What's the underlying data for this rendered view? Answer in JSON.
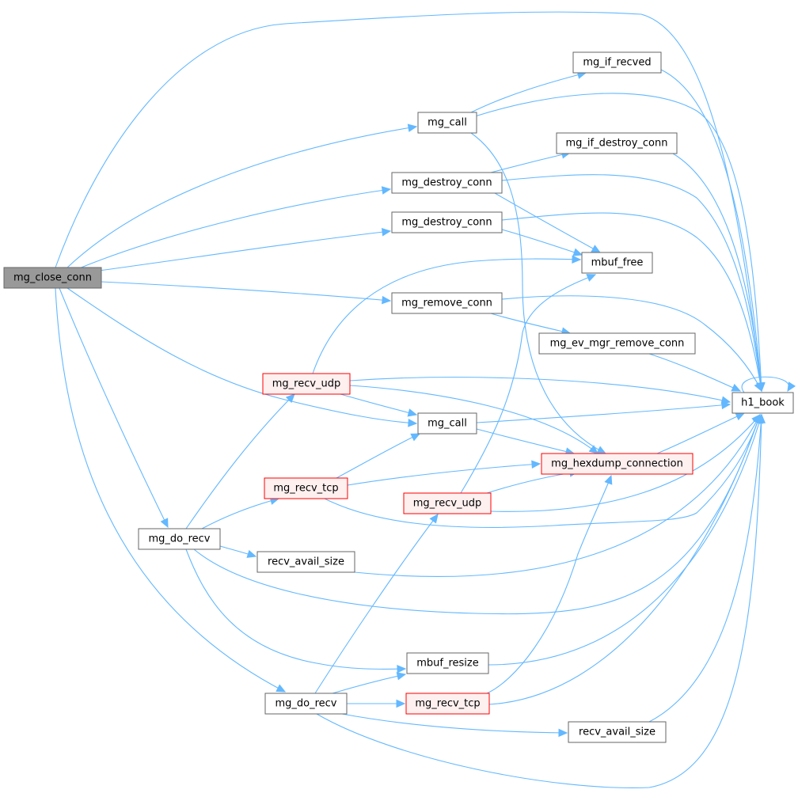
{
  "colors": {
    "edge": "#63b8ff",
    "box_border": "#666666",
    "box_fill": "#ffffff",
    "focus_fill": "#999999",
    "focus_border": "#666666",
    "truncated_border": "#ff0000",
    "truncated_fill": "#fff0f0",
    "text": "#000000"
  },
  "nodes": {
    "mg_close_conn": {
      "label": "mg_close_conn",
      "style": "focus"
    },
    "mg_call_a": {
      "label": "mg_call",
      "style": "normal"
    },
    "mg_destroy_conn_a": {
      "label": "mg_destroy_conn",
      "style": "normal"
    },
    "mg_destroy_conn_b": {
      "label": "mg_destroy_conn",
      "style": "normal"
    },
    "mg_remove_conn": {
      "label": "mg_remove_conn",
      "style": "normal"
    },
    "mg_if_recved": {
      "label": "mg_if_recved",
      "style": "normal"
    },
    "mg_if_destroy_conn": {
      "label": "mg_if_destroy_conn",
      "style": "normal"
    },
    "mbuf_free": {
      "label": "mbuf_free",
      "style": "normal"
    },
    "mg_ev_mgr_remove_conn": {
      "label": "mg_ev_mgr_remove_conn",
      "style": "normal"
    },
    "h1_book": {
      "label": "h1_book",
      "style": "normal"
    },
    "mg_recv_udp_a": {
      "label": "mg_recv_udp",
      "style": "truncated"
    },
    "mg_call_b": {
      "label": "mg_call",
      "style": "normal"
    },
    "mg_hexdump_connection": {
      "label": "mg_hexdump_connection",
      "style": "truncated"
    },
    "mg_recv_tcp_a": {
      "label": "mg_recv_tcp",
      "style": "truncated"
    },
    "mg_recv_udp_b": {
      "label": "mg_recv_udp",
      "style": "truncated"
    },
    "mg_do_recv_a": {
      "label": "mg_do_recv",
      "style": "normal"
    },
    "recv_avail_size_a": {
      "label": "recv_avail_size",
      "style": "normal"
    },
    "mbuf_resize": {
      "label": "mbuf_resize",
      "style": "normal"
    },
    "mg_do_recv_b": {
      "label": "mg_do_recv",
      "style": "normal"
    },
    "mg_recv_tcp_b": {
      "label": "mg_recv_tcp",
      "style": "truncated"
    },
    "recv_avail_size_b": {
      "label": "recv_avail_size",
      "style": "normal"
    }
  },
  "edges": [
    [
      "mg_close_conn",
      "mg_call_a"
    ],
    [
      "mg_close_conn",
      "mg_destroy_conn_a"
    ],
    [
      "mg_close_conn",
      "mg_destroy_conn_b"
    ],
    [
      "mg_close_conn",
      "mg_remove_conn"
    ],
    [
      "mg_close_conn",
      "h1_book"
    ],
    [
      "mg_close_conn",
      "mg_call_b"
    ],
    [
      "mg_close_conn",
      "mg_do_recv_a"
    ],
    [
      "mg_close_conn",
      "mg_do_recv_b"
    ],
    [
      "mg_call_a",
      "mg_if_recved"
    ],
    [
      "mg_call_a",
      "h1_book"
    ],
    [
      "mg_call_a",
      "mg_hexdump_connection"
    ],
    [
      "mg_if_recved",
      "h1_book"
    ],
    [
      "mg_destroy_conn_a",
      "mg_if_destroy_conn"
    ],
    [
      "mg_destroy_conn_a",
      "h1_book"
    ],
    [
      "mg_destroy_conn_a",
      "mbuf_free"
    ],
    [
      "mg_if_destroy_conn",
      "h1_book"
    ],
    [
      "mg_destroy_conn_b",
      "mbuf_free"
    ],
    [
      "mg_destroy_conn_b",
      "h1_book"
    ],
    [
      "mg_remove_conn",
      "mg_ev_mgr_remove_conn"
    ],
    [
      "mg_remove_conn",
      "h1_book"
    ],
    [
      "mg_ev_mgr_remove_conn",
      "h1_book"
    ],
    [
      "h1_book",
      "h1_book"
    ],
    [
      "mg_recv_udp_a",
      "mbuf_free"
    ],
    [
      "mg_recv_udp_a",
      "mg_call_b"
    ],
    [
      "mg_recv_udp_a",
      "mg_hexdump_connection"
    ],
    [
      "mg_recv_udp_a",
      "h1_book"
    ],
    [
      "mg_call_b",
      "h1_book"
    ],
    [
      "mg_call_b",
      "mg_hexdump_connection"
    ],
    [
      "mg_hexdump_connection",
      "h1_book"
    ],
    [
      "mg_recv_tcp_a",
      "mg_call_b"
    ],
    [
      "mg_recv_tcp_a",
      "mg_hexdump_connection"
    ],
    [
      "mg_recv_tcp_a",
      "h1_book"
    ],
    [
      "mg_recv_udp_b",
      "mbuf_free"
    ],
    [
      "mg_recv_udp_b",
      "mg_hexdump_connection"
    ],
    [
      "mg_recv_udp_b",
      "h1_book"
    ],
    [
      "mg_do_recv_a",
      "mg_recv_udp_a"
    ],
    [
      "mg_do_recv_a",
      "mg_recv_tcp_a"
    ],
    [
      "mg_do_recv_a",
      "recv_avail_size_a"
    ],
    [
      "mg_do_recv_a",
      "h1_book"
    ],
    [
      "mg_do_recv_a",
      "mbuf_resize"
    ],
    [
      "recv_avail_size_a",
      "h1_book"
    ],
    [
      "mbuf_resize",
      "h1_book"
    ],
    [
      "mg_do_recv_b",
      "mbuf_resize"
    ],
    [
      "mg_do_recv_b",
      "mg_recv_udp_b"
    ],
    [
      "mg_do_recv_b",
      "mg_recv_tcp_b"
    ],
    [
      "mg_do_recv_b",
      "recv_avail_size_b"
    ],
    [
      "mg_do_recv_b",
      "h1_book"
    ],
    [
      "mg_recv_tcp_b",
      "mg_hexdump_connection"
    ],
    [
      "mg_recv_tcp_b",
      "h1_book"
    ],
    [
      "recv_avail_size_b",
      "h1_book"
    ]
  ]
}
